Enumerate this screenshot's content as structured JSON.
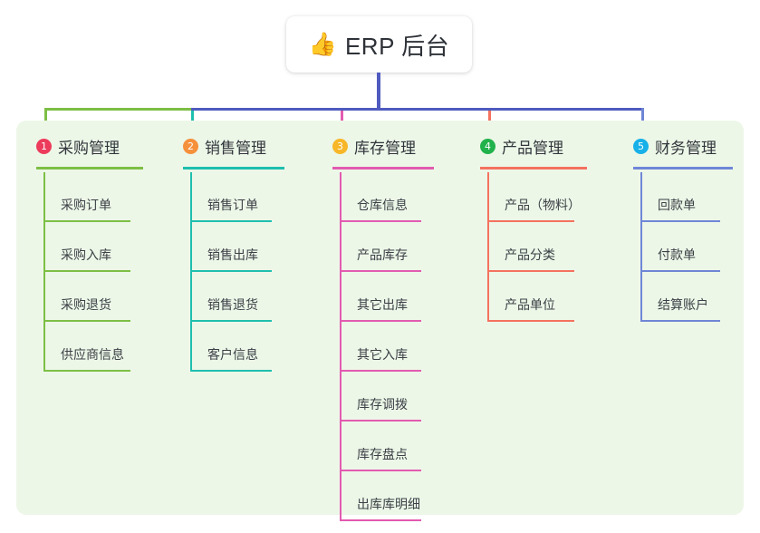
{
  "root": {
    "icon": "thumbs-up",
    "icon_glyph": "👍",
    "title": "ERP 后台"
  },
  "palette": {
    "panel_bg": "#edf7e8",
    "page_bg": "#ffffff",
    "stem": "#4f5bbf",
    "text": "#31363c"
  },
  "columns": [
    {
      "number": "1",
      "title": "采购管理",
      "badge_color": "#ec3b5b",
      "line_color": "#7dbf45",
      "items": [
        "采购订单",
        "采购入库",
        "采购退货",
        "供应商信息"
      ]
    },
    {
      "number": "2",
      "title": "销售管理",
      "badge_color": "#f5903b",
      "line_color": "#1fbfae",
      "items": [
        "销售订单",
        "销售出库",
        "销售退货",
        "客户信息"
      ]
    },
    {
      "number": "3",
      "title": "库存管理",
      "badge_color": "#f7b728",
      "line_color": "#e25bb0",
      "items": [
        "仓库信息",
        "产品库存",
        "其它出库",
        "其它入库",
        "库存调拨",
        "库存盘点",
        "出库库明细"
      ]
    },
    {
      "number": "4",
      "title": "产品管理",
      "badge_color": "#21b24b",
      "line_color": "#f4725f",
      "items": [
        "产品（物料）",
        "产品分类",
        "产品单位"
      ]
    },
    {
      "number": "5",
      "title": "财务管理",
      "badge_color": "#18b0e8",
      "line_color": "#6f86d6",
      "items": [
        "回款单",
        "付款单",
        "结算账户"
      ]
    }
  ]
}
